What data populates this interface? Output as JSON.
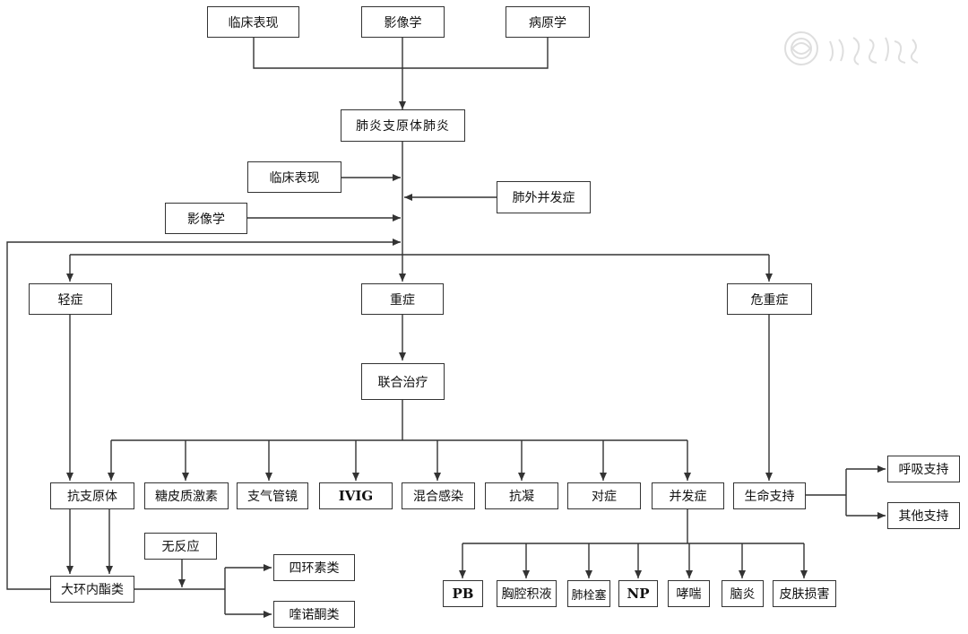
{
  "nodes": {
    "top_clinical": "临床表现",
    "top_imaging": "影像学",
    "top_pathogen": "病原学",
    "diagnosis": "肺炎支原体肺炎",
    "side_clinical": "临床表现",
    "side_extrapulmonary": "肺外并发症",
    "side_imaging": "影像学",
    "mild": "轻症",
    "severe": "重症",
    "critical": "危重症",
    "combined_therapy": "联合治疗",
    "anti_mp": "抗支原体",
    "corticosteroid": "糖皮质激素",
    "bronchoscopy": "支气管镜",
    "ivig": "IVIG",
    "coinfection": "混合感染",
    "anticoagulation": "抗凝",
    "symptomatic": "对症",
    "complications": "并发症",
    "life_support": "生命支持",
    "resp_support": "呼吸支持",
    "other_support": "其他支持",
    "macrolides": "大环内酯类",
    "no_response": "无反应",
    "tetracyclines": "四环素类",
    "quinolones": "喹诺酮类",
    "pb": "PB",
    "effusion": "胸腔积液",
    "pe": "肺栓塞",
    "np": "NP",
    "wheezing": "哮喘",
    "encephalitis": "脑炎",
    "skin_damage": "皮肤损害"
  },
  "colors": {
    "line": "#333333",
    "border": "#333333",
    "text": "#111111",
    "watermark": "#b8b8b8"
  },
  "watermark_icon": "logo-seal-icon"
}
